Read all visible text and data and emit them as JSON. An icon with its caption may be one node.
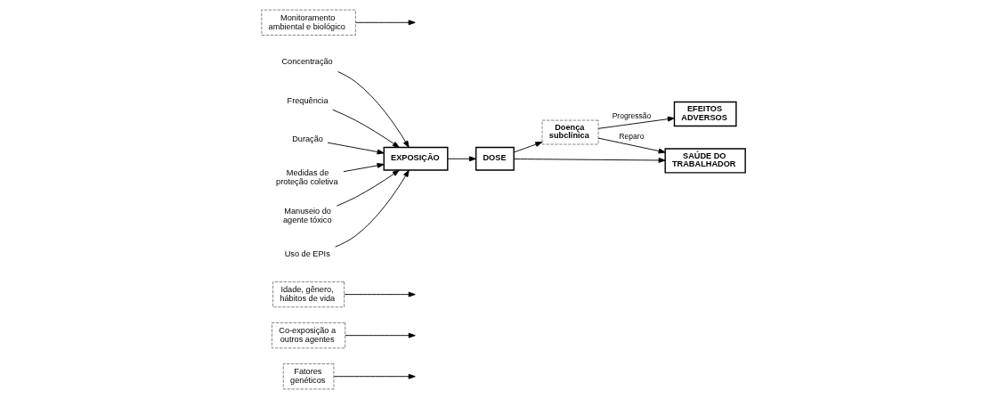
{
  "diagram": {
    "nodes": [
      {
        "text": [
          "Fatores genéticos"
        ]
      },
      {
        "text": [
          "Co-exposição a outros agentes"
        ]
      },
      {
        "text": [
          "Idade, gênero, hábitos de vida"
        ]
      },
      {
        "text": [
          "EFEITOS ADVERSOS"
        ]
      },
      {
        "text": [
          "Concentração"
        ]
      },
      {
        "text": [
          "Frequência"
        ]
      },
      {
        "text": [
          "Duração"
        ]
      },
      {
        "text": [
          "EXPOSIÇÃO"
        ]
      },
      {
        "text": [
          "DOSE"
        ]
      },
      {
        "text": [
          "Doença subclínica"
        ]
      },
      {
        "text": [
          "Medidas de proteção coletiva"
        ]
      },
      {
        "text": [
          "Manuseio do agente tóxico"
        ]
      },
      {
        "text": [
          "Uso de EPIs"
        ]
      },
      {
        "text": [
          "Monitoramento ambiental e biológico"
        ]
      },
      {
        "text": [
          "SAÚDE DO TRABALHADOR"
        ]
      }
    ],
    "edges": [
      {
        "from": 6,
        "to": 7,
        "arrow": "to"
      },
      {
        "from": 5,
        "to": 7,
        "arrow": "to"
      },
      {
        "from": 4,
        "to": 7,
        "arrow": "to"
      },
      {
        "from": 10,
        "to": 7,
        "arrow": "to"
      },
      {
        "from": 11,
        "to": 7,
        "arrow": "to"
      },
      {
        "from": 12,
        "to": 7,
        "arrow": "to"
      },
      {
        "from": 7,
        "to": 8,
        "arrow": "to"
      },
      {
        "from": 8,
        "to": 9,
        "arrow": "to"
      },
      {
        "from": 8,
        "to": 14,
        "arrow": "to"
      },
      {
        "from": 1,
        "to": null,
        "arrow": "to"
      },
      {
        "from": 0,
        "to": null,
        "arrow": "to"
      },
      {
        "from": 2,
        "to": null,
        "arrow": "to"
      },
      {
        "from": 13,
        "to": null,
        "arrow": "to"
      },
      {
        "from": 9,
        "to": 3,
        "label": "Progressão",
        "arrow": "to"
      },
      {
        "from": 9,
        "to": 14,
        "label": "Reparo",
        "arrow": "to"
      }
    ]
  }
}
